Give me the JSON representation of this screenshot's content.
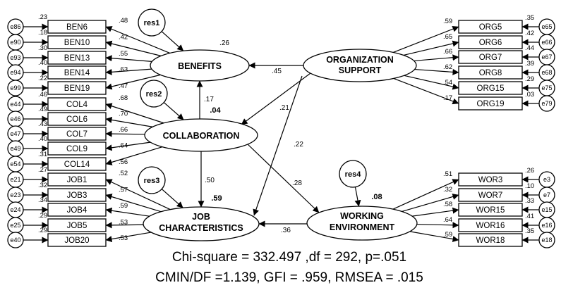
{
  "latents": {
    "benefits": "BENEFITS",
    "org_support_line1": "ORGANIZATION",
    "org_support_line2": "SUPPORT",
    "collaboration": "COLLABORATION",
    "job_char_line1": "JOB",
    "job_char_line2": "CHARACTERISTICS",
    "work_env_line1": "WORKING",
    "work_env_line2": "ENVIRONMENT"
  },
  "residuals": {
    "res1": "res1",
    "res2": "res2",
    "res3": "res3",
    "res4": "res4"
  },
  "r_squared": {
    "benefits": ".26",
    "collaboration": ".04",
    "job_characteristics": ".59",
    "working_environment": ".08"
  },
  "structural_paths": {
    "org_to_benefits": ".45",
    "collab_to_benefits": ".17",
    "org_to_collab": ".21",
    "org_to_job": ".22",
    "collab_to_job": ".50",
    "collab_to_work": ".28",
    "work_to_job": ".36"
  },
  "benefits_items": [
    {
      "label": "BEN6",
      "error": "e86",
      "r2": ".23",
      "loading": ".48"
    },
    {
      "label": "BEN10",
      "error": "e90",
      "r2": ".18",
      "loading": ".42"
    },
    {
      "label": "BEN13",
      "error": "e93",
      "r2": ".30",
      "loading": ".55"
    },
    {
      "label": "BEN14",
      "error": "e94",
      "r2": ".40",
      "loading": ".63"
    },
    {
      "label": "BEN19",
      "error": "e99",
      "r2": ".22",
      "loading": ".47"
    }
  ],
  "collab_items": [
    {
      "label": "COL4",
      "error": "e44",
      "r2": ".46",
      "loading": ".68"
    },
    {
      "label": "COL6",
      "error": "e46",
      "r2": ".49",
      "loading": ".70"
    },
    {
      "label": "COL7",
      "error": "e47",
      "r2": ".43",
      "loading": ".66"
    },
    {
      "label": "COL9",
      "error": "e49",
      "r2": ".40",
      "loading": ".64"
    },
    {
      "label": "COL14",
      "error": "e54",
      "r2": ".31",
      "loading": ".56"
    }
  ],
  "job_items": [
    {
      "label": "JOB1",
      "error": "e21",
      "r2": ".27",
      "loading": ".52"
    },
    {
      "label": "JOB3",
      "error": "e23",
      "r2": ".32",
      "loading": ".57"
    },
    {
      "label": "JOB4",
      "error": "e24",
      "r2": ".34",
      "loading": ".59"
    },
    {
      "label": "JOB5",
      "error": "e25",
      "r2": ".29",
      "loading": ".53"
    },
    {
      "label": "JOB20",
      "error": "e40",
      "r2": ".29",
      "loading": ".53"
    }
  ],
  "org_items": [
    {
      "label": "ORG5",
      "error": "e65",
      "r2": ".35",
      "loading": ".59"
    },
    {
      "label": "ORG6",
      "error": "e66",
      "r2": ".42",
      "loading": ".65"
    },
    {
      "label": "ORG7",
      "error": "e67",
      "r2": ".44",
      "loading": ".66"
    },
    {
      "label": "ORG8",
      "error": "e68",
      "r2": ".39",
      "loading": ".62"
    },
    {
      "label": "ORG15",
      "error": "e75",
      "r2": ".29",
      "loading": ".54"
    },
    {
      "label": "ORG19",
      "error": "e79",
      "r2": ".03",
      "loading": ".17"
    }
  ],
  "work_items": [
    {
      "label": "WOR3",
      "error": "e3",
      "r2": ".26",
      "loading": ".51"
    },
    {
      "label": "WOR7",
      "error": "e7",
      "r2": ".10",
      "loading": ".32"
    },
    {
      "label": "WOR15",
      "error": "e15",
      "r2": ".33",
      "loading": ".58"
    },
    {
      "label": "WOR16",
      "error": "e16",
      "r2": ".41",
      "loading": ".64"
    },
    {
      "label": "WOR18",
      "error": "e18",
      "r2": ".35",
      "loading": ".59"
    }
  ],
  "fit": {
    "line1": "Chi-square = 332.497 ,df = 292, p=.051",
    "line2": "CMIN/DF =1.139, GFI = .959, RMSEA = .015"
  }
}
